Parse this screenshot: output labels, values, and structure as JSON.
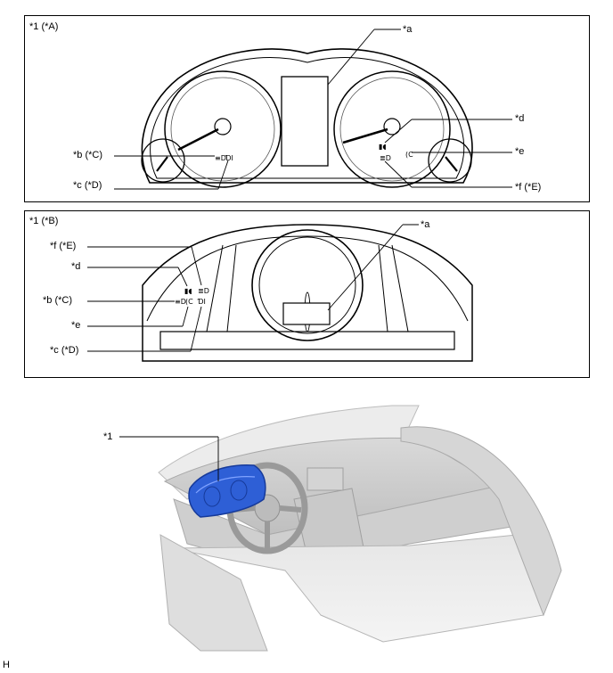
{
  "panel_a": {
    "title": "*1 (*A)",
    "callouts": {
      "a": "*a",
      "b": "*b (*C)",
      "c": "*c (*D)",
      "d": "*d",
      "e": "*e",
      "f": "*f (*E)"
    }
  },
  "panel_b": {
    "title": "*1 (*B)",
    "callouts": {
      "a": "*a",
      "f": "*f (*E)",
      "d": "*d",
      "b": "*b (*C)",
      "e": "*e",
      "c": "*c (*D)"
    }
  },
  "vehicle_view": {
    "callout": "*1",
    "highlight_color": "#2e5fd6"
  },
  "footer_code": "H"
}
